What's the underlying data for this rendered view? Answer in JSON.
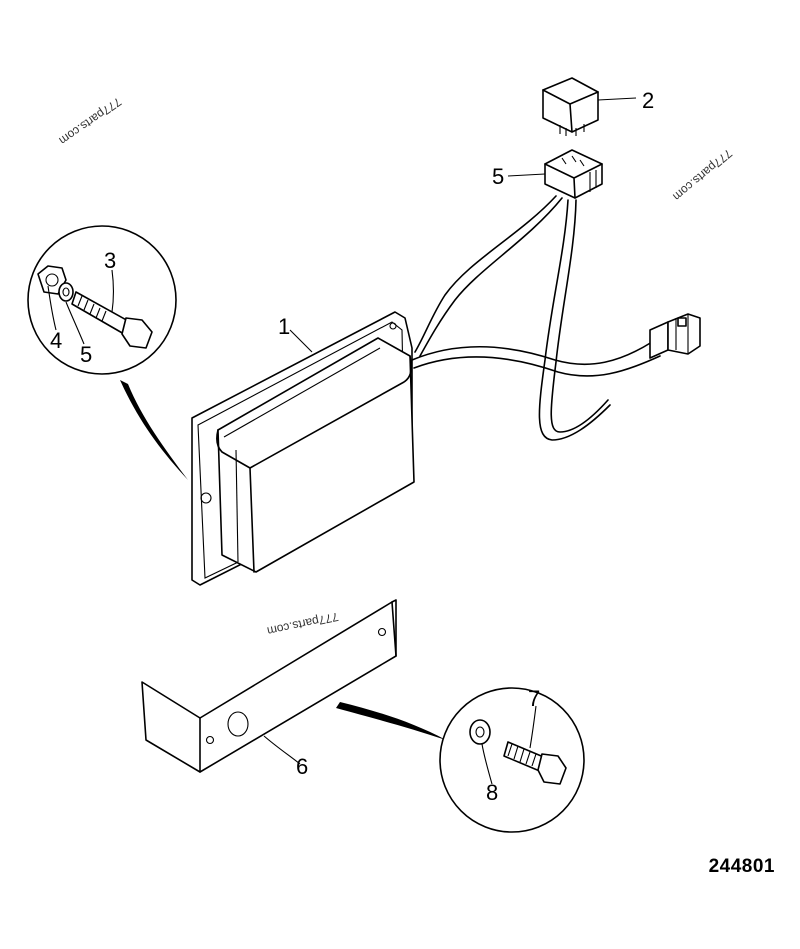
{
  "callouts": {
    "c1": "1",
    "c2": "2",
    "c3": "3",
    "c4": "4",
    "c5a": "5",
    "c5b": "5",
    "c6": "6",
    "c7": "7",
    "c8": "8"
  },
  "reference_number": "244801",
  "watermarks": {
    "w1": "777parts.com",
    "w2": "777parts.com",
    "w3": "777parts.com"
  }
}
